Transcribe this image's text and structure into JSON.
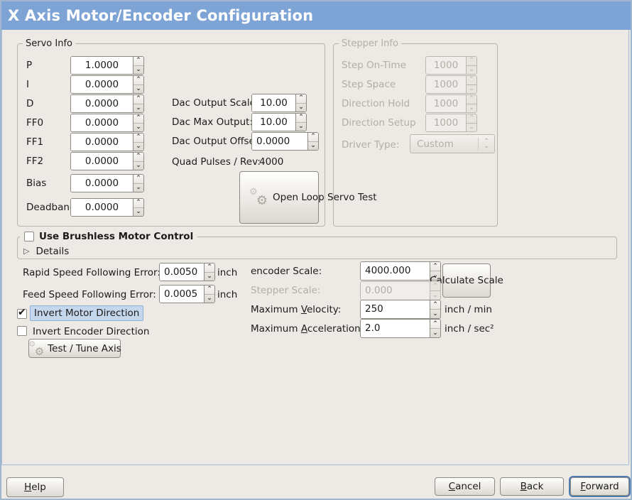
{
  "colors": {
    "bg": "#edeae6",
    "titlebar_bg": "#7da4d4",
    "titlebar_text": "#ffffff",
    "text": "#1c1b19",
    "disabled_text": "#b2aea6",
    "focus_ring": "#4f7cb0",
    "highlight_bg": "#c5d7ec",
    "highlight_border": "#8fb0d5",
    "window_border": "#a1b7cd",
    "panel_border": "#a6bdd8"
  },
  "icons": {
    "spin_up": "⌃",
    "spin_down": "⌄",
    "expander_arrow": "▷",
    "checkmark": "✔",
    "gear_small": "⚙",
    "gear_large": "⚙"
  },
  "titlebar": {
    "title": "X Axis Motor/Encoder Configuration"
  },
  "servo_info": {
    "frame_label": "Servo Info",
    "pid_rows": [
      {
        "label": "P",
        "value": "1.0000"
      },
      {
        "label": "I",
        "value": "0.0000"
      },
      {
        "label": "D",
        "value": "0.0000"
      },
      {
        "label": "FF0",
        "value": "0.0000"
      },
      {
        "label": "FF1",
        "value": "0.0000"
      },
      {
        "label": "FF2",
        "value": "0.0000"
      },
      {
        "label": "Bias",
        "value": "0.0000"
      },
      {
        "label": "Deadband",
        "value": "0.0000"
      }
    ],
    "dac_rows": [
      {
        "label": "Dac Output Scale:",
        "value": "10.00"
      },
      {
        "label": "Dac Max Output:",
        "value": "10.00"
      },
      {
        "label": "Dac Output Offset:",
        "value": "0.0000"
      }
    ],
    "quad_label": "Quad Pulses / Rev:",
    "quad_value": "4000",
    "open_loop_button_label": "Open Loop Servo Test"
  },
  "stepper_info": {
    "frame_label": "Stepper Info",
    "rows": [
      {
        "label": "Step On-Time",
        "value": "1000"
      },
      {
        "label": "Step Space",
        "value": "1000"
      },
      {
        "label": "Direction Hold",
        "value": "1000"
      },
      {
        "label": "Direction Setup",
        "value": "1000"
      }
    ],
    "driver_type_label": "Driver Type:",
    "driver_type_value": "Custom"
  },
  "brushless": {
    "checkbox_label": "Use Brushless Motor Control",
    "details_label": "Details"
  },
  "following_error": {
    "rapid_label": "Rapid Speed Following Error:",
    "rapid_value": "0.0050",
    "rapid_unit": "inch",
    "feed_label": "Feed Speed Following Error:",
    "feed_value": "0.0005",
    "feed_unit": "inch"
  },
  "scaling": {
    "encoder_label": "encoder Scale:",
    "encoder_value": "4000.000",
    "calculate_button_label": "Calculate Scale",
    "stepper_label": "Stepper Scale:",
    "stepper_value": "0.000",
    "velocity_label": {
      "text": "Maximum Velocity:",
      "mnemonic_index": 8
    },
    "velocity_value": "250",
    "velocity_unit": "inch / min",
    "accel_label": {
      "text": "Maximum Acceleration:",
      "mnemonic_index": 8
    },
    "accel_value": "2.0",
    "accel_unit": "inch / sec²"
  },
  "options": {
    "invert_motor_label": "Invert Motor Direction",
    "invert_encoder_label": "Invert Encoder Direction",
    "test_tune_button_label": "Test / Tune Axis"
  },
  "footer": {
    "help": {
      "text": "Help",
      "mnemonic_index": 0
    },
    "cancel": {
      "text": "Cancel",
      "mnemonic_index": 0
    },
    "back": {
      "text": "Back",
      "mnemonic_index": 0
    },
    "forward": {
      "text": "Forward",
      "mnemonic_index": 0
    }
  }
}
